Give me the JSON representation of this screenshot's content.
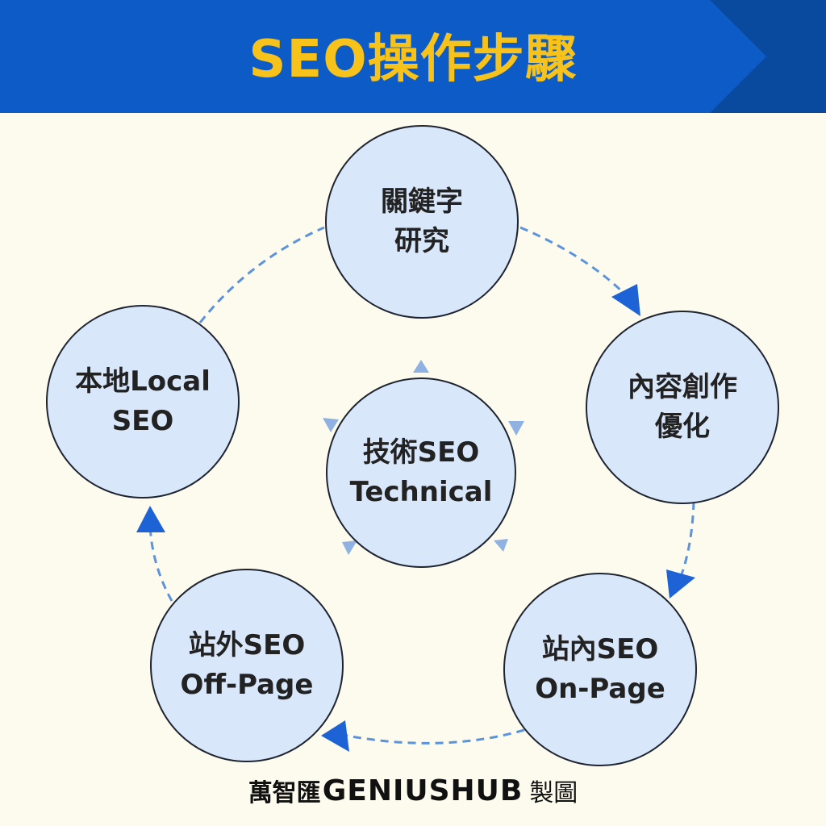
{
  "title": "SEO操作步驟",
  "colors": {
    "header_blue": "#0d5bc6",
    "header_dark": "#0a4a9e",
    "title_yellow": "#f7c31b",
    "node_fill": "#d8e7fa",
    "arrow_blue": "#1d63d6",
    "dash_blue": "#5b93dd",
    "background": "#fdfbee"
  },
  "nodes": {
    "keyword": {
      "line1": "關鍵字",
      "line2": "研究"
    },
    "content": {
      "line1": "內容創作",
      "line2": "優化"
    },
    "onpage": {
      "line1": "站內SEO",
      "line2": "On-Page"
    },
    "offpage": {
      "line1": "站外SEO",
      "line2": "Off-Page"
    },
    "local": {
      "line1": "本地Local",
      "line2": "SEO"
    },
    "technical": {
      "line1": "技術SEO",
      "line2": "Technical"
    }
  },
  "footer": {
    "brand_cn": "萬智匯",
    "brand_en": "GENIUSHUB",
    "suffix": "製圖"
  }
}
